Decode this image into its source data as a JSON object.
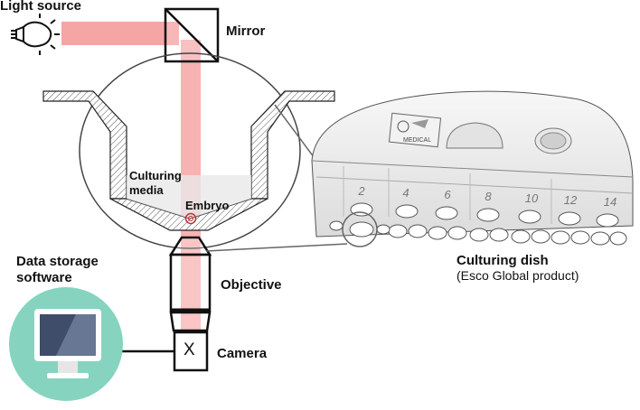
{
  "labels": {
    "light_source": "Light source",
    "mirror": "Mirror",
    "culturing_media_1": "Culturing",
    "culturing_media_2": "media",
    "embryo": "Embryo",
    "data_storage_1": "Data storage",
    "data_storage_2": "software",
    "objective": "Objective",
    "camera_symbol": "X",
    "camera": "Camera",
    "culturing_dish": "Culturing dish",
    "dish_source": "(Esco Global product)",
    "dish_brand": "MEDICAL"
  },
  "dish_well_numbers": [
    "2",
    "4",
    "6",
    "8",
    "10",
    "12",
    "14"
  ],
  "colors": {
    "light_beam": "#f6a5a5",
    "monitor_circle": "#86d4c0",
    "monitor_screen": "#3f4d6b",
    "outline": "#222222"
  }
}
